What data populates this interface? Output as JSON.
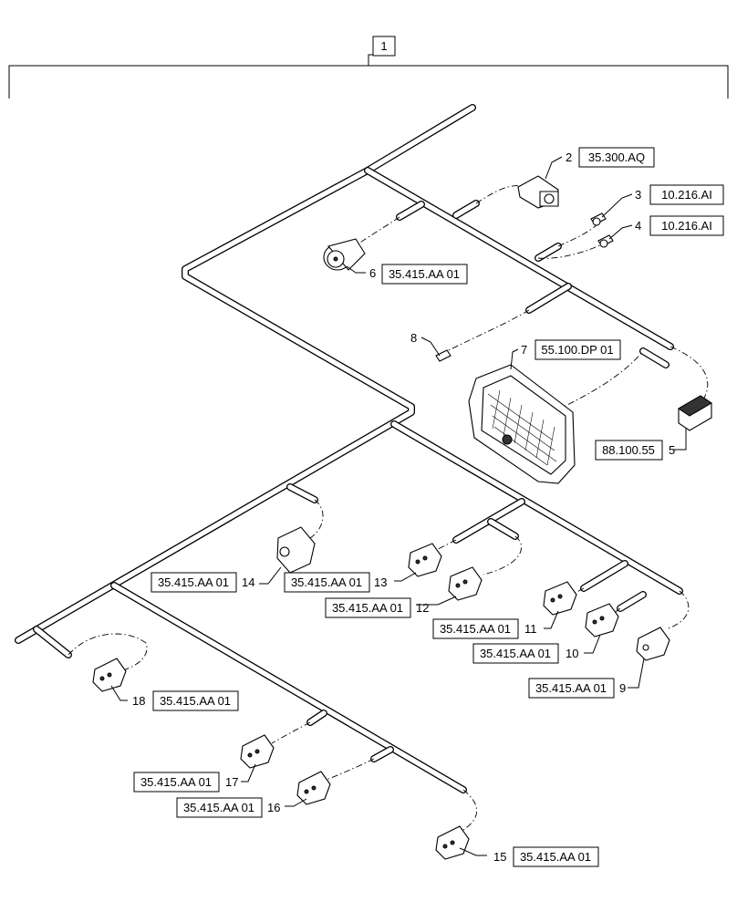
{
  "assembly": {
    "number": "1"
  },
  "callouts": [
    {
      "id": "2",
      "ref": "35.300.AQ"
    },
    {
      "id": "3",
      "ref": "10.216.AI"
    },
    {
      "id": "4",
      "ref": "10.216.AI"
    },
    {
      "id": "5",
      "ref": "88.100.55"
    },
    {
      "id": "6",
      "ref": "35.415.AA 01"
    },
    {
      "id": "7",
      "ref": "55.100.DP 01"
    },
    {
      "id": "8",
      "ref": ""
    },
    {
      "id": "9",
      "ref": "35.415.AA 01"
    },
    {
      "id": "10",
      "ref": "35.415.AA 01"
    },
    {
      "id": "11",
      "ref": "35.415.AA 01"
    },
    {
      "id": "12",
      "ref": "35.415.AA 01"
    },
    {
      "id": "13",
      "ref": "35.415.AA 01"
    },
    {
      "id": "14",
      "ref": "35.415.AA 01"
    },
    {
      "id": "15",
      "ref": "35.415.AA 01"
    },
    {
      "id": "16",
      "ref": "35.415.AA 01"
    },
    {
      "id": "17",
      "ref": "35.415.AA 01"
    },
    {
      "id": "18",
      "ref": "35.415.AA 01"
    }
  ],
  "extra_refs": [
    {
      "id": "14-left",
      "ref": "35.415.AA 01"
    }
  ]
}
